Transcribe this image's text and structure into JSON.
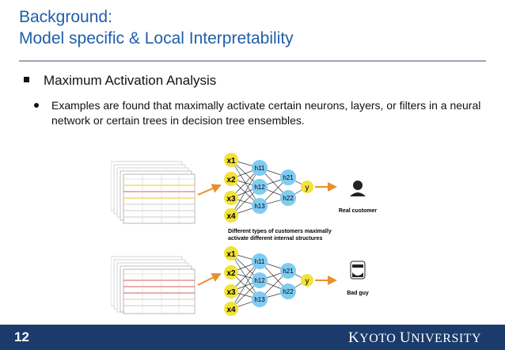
{
  "slide": {
    "title_line1": "Background:",
    "title_line2": "Model specific & Local Interpretability",
    "bullet1": "Maximum Activation Analysis",
    "bullet2": "Examples are found that maximally activate certain neurons, layers, or filters in a neural network or certain trees in decision tree ensembles.",
    "page_number": "12",
    "university": {
      "k": "K",
      "yoto": "YOTO ",
      "u": "U",
      "niversity": "NIVERSITY"
    }
  },
  "figure": {
    "inputs": [
      "x1",
      "x2",
      "x3",
      "x4"
    ],
    "hidden1": [
      "h11",
      "h12",
      "h13"
    ],
    "hidden2": [
      "h21",
      "h22"
    ],
    "output": "y",
    "middle_caption_line1": "Different types of customers maximally",
    "middle_caption_line2": "activate different internal structures",
    "top_label": "Real customer",
    "bottom_label": "Bad guy",
    "colors": {
      "input": "#f2e23a",
      "hidden": "#7fcbf2",
      "output": "#f2e23a",
      "arrow": "#e8902a",
      "line": "#333333"
    }
  }
}
